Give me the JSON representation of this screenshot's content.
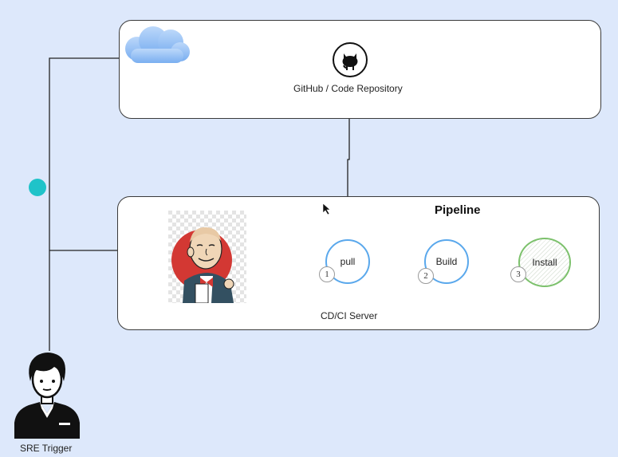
{
  "repo": {
    "label": "GitHub / Code Repository"
  },
  "server": {
    "title": "Pipeline",
    "label": "CD/CI Server"
  },
  "stages": [
    {
      "number": "1",
      "label": "pull"
    },
    {
      "number": "2",
      "label": "Build"
    },
    {
      "number": "3",
      "label": "Install"
    }
  ],
  "user": {
    "label": "SRE Trigger"
  },
  "icons": {
    "cloud": "cloud-icon",
    "github": "github-icon",
    "jenkins": "jenkins-icon",
    "user": "user-icon",
    "cursor": "cursor-icon"
  },
  "colors": {
    "background": "#dde8fb",
    "stage_border_blue": "#5aa8ec",
    "stage_border_green": "#7cc16c",
    "handle": "#1fc3c9",
    "cloud": "#8ab8f2"
  }
}
